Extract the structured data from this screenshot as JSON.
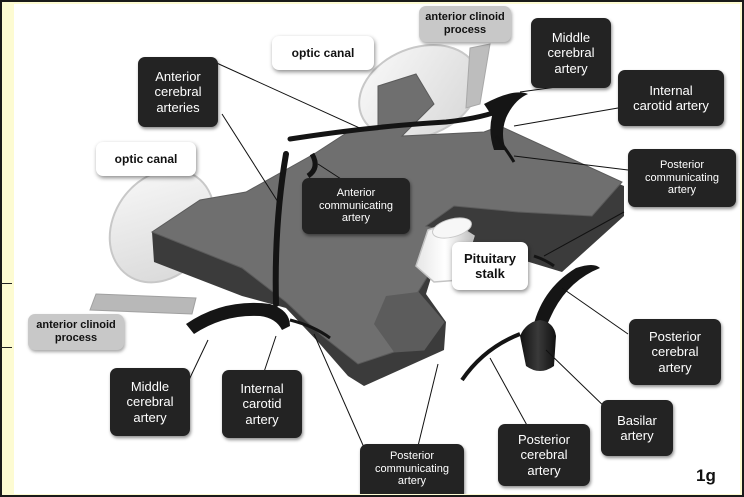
{
  "labels": {
    "anterior_clinoid_process_top": "anterior clinoid\nprocess",
    "optic_canal_top": "optic canal",
    "middle_cerebral_artery_top": "Middle\ncerebral\nartery",
    "anterior_cerebral_arteries": "Anterior\ncerebral\narteries",
    "internal_carotid_artery_top": "Internal\ncarotid artery",
    "optic_canal_left": "optic canal",
    "posterior_communicating_artery_right": "Posterior\ncommunicating\nartery",
    "anterior_communicating_artery": "Anterior\ncommunicating\nartery",
    "pituitary_stalk": "Pituitary\nstalk",
    "anterior_clinoid_process_left": "anterior clinoid\nprocess",
    "posterior_cerebral_artery_right": "Posterior\ncerebral\nartery",
    "middle_cerebral_artery_left": "Middle\ncerebral\nartery",
    "internal_carotid_artery_left": "Internal\ncarotid\nartery",
    "basilar_artery": "Basilar\nartery",
    "posterior_cerebral_artery_bottom": "Posterior\ncerebral\nartery",
    "posterior_communicating_artery_bottom": "Posterior\ncommunicating\nartery"
  },
  "figure_label": "1g",
  "colors": {
    "page_background": "#fdfbd2",
    "label_dark": "#232323",
    "bone": "#6f6f6f",
    "artery": "#141414"
  }
}
